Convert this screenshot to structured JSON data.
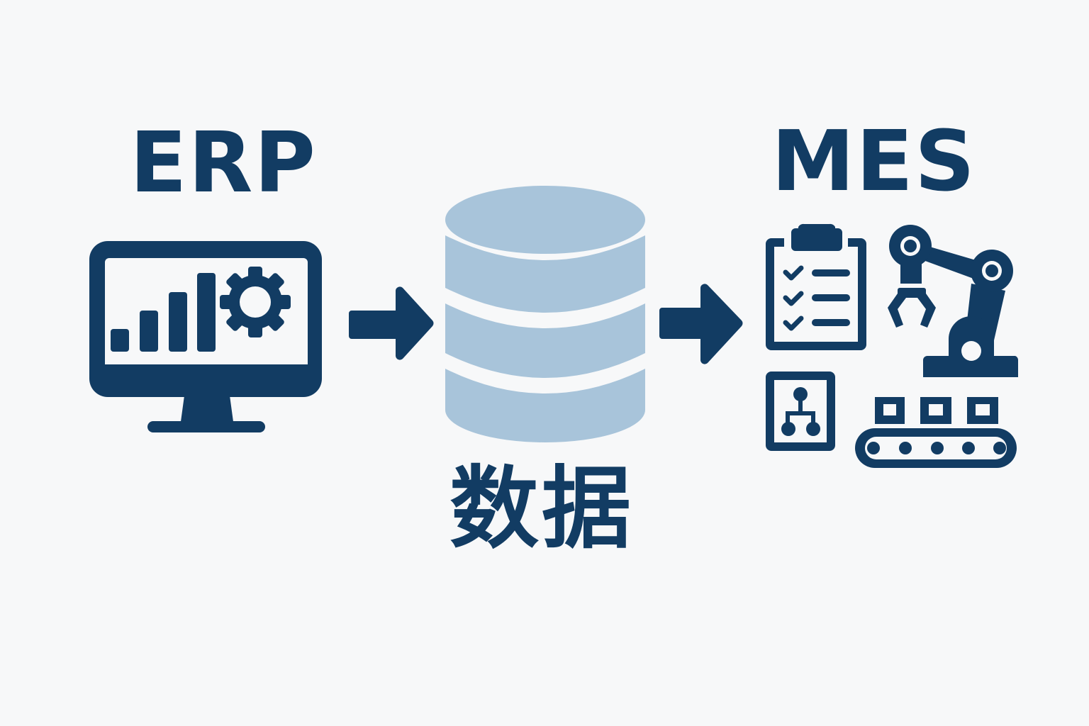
{
  "diagram": {
    "nodes": [
      {
        "id": "erp",
        "label": "ERP",
        "icon": "monitor-chart-gear-icon"
      },
      {
        "id": "data",
        "label": "数据",
        "icon": "database-icon"
      },
      {
        "id": "mes",
        "label": "MES",
        "icon": "factory-clipboard-robot-conveyor-icon"
      }
    ],
    "edges": [
      {
        "from": "erp",
        "to": "data",
        "icon": "arrow-right-icon"
      },
      {
        "from": "data",
        "to": "mes",
        "icon": "arrow-right-icon"
      }
    ],
    "colors": {
      "primary": "#123c63",
      "database": "#a8c4da",
      "background": "#f7f8f9"
    }
  }
}
